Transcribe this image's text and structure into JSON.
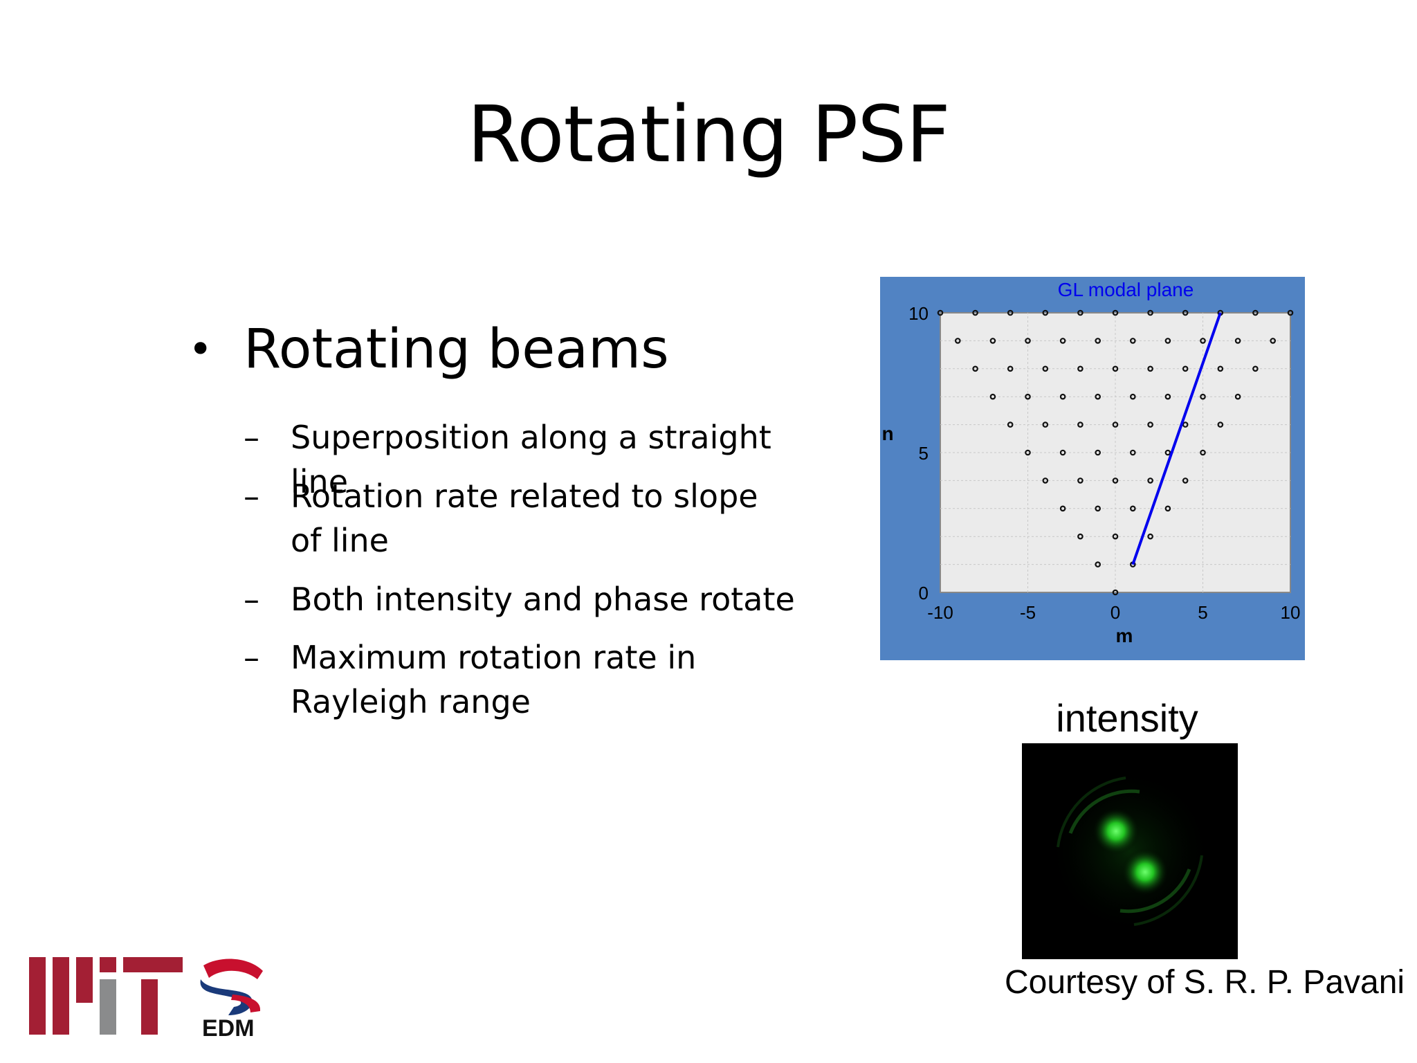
{
  "slide": {
    "title": "Rotating PSF",
    "bullet": "Rotating beams",
    "sub_bullets": [
      {
        "dash": "–",
        "text": "Superposition along a straight line"
      },
      {
        "dash": "–",
        "text": "Rotation rate related to slope of line"
      },
      {
        "dash": "–",
        "text": "Both intensity and phase rotate"
      },
      {
        "dash": "–",
        "text": "Maximum rotation rate in Rayleigh range"
      }
    ],
    "intensity_label": "intensity",
    "courtesy": "Courtesy of S. R. P. Pavani",
    "logo_text": "EDM"
  },
  "chart_data": {
    "type": "scatter",
    "title": "GL modal plane",
    "xlabel": "m",
    "ylabel": "n",
    "xlim": [
      -10,
      10
    ],
    "ylim": [
      0,
      10
    ],
    "xticks": [
      "-10",
      "-5",
      "0",
      "5",
      "10"
    ],
    "yticks": [
      "0",
      "5",
      "10"
    ],
    "grid": true,
    "points_rule": "m = -n, -n+2, ..., n for n = 0..10",
    "line": {
      "x": [
        1,
        6
      ],
      "y": [
        1,
        10
      ],
      "color": "#0000ee"
    },
    "colors": {
      "panel": "#5183c3",
      "plot_bg": "#ebebeb",
      "title": "#0000ee",
      "line": "#0000ee"
    }
  }
}
